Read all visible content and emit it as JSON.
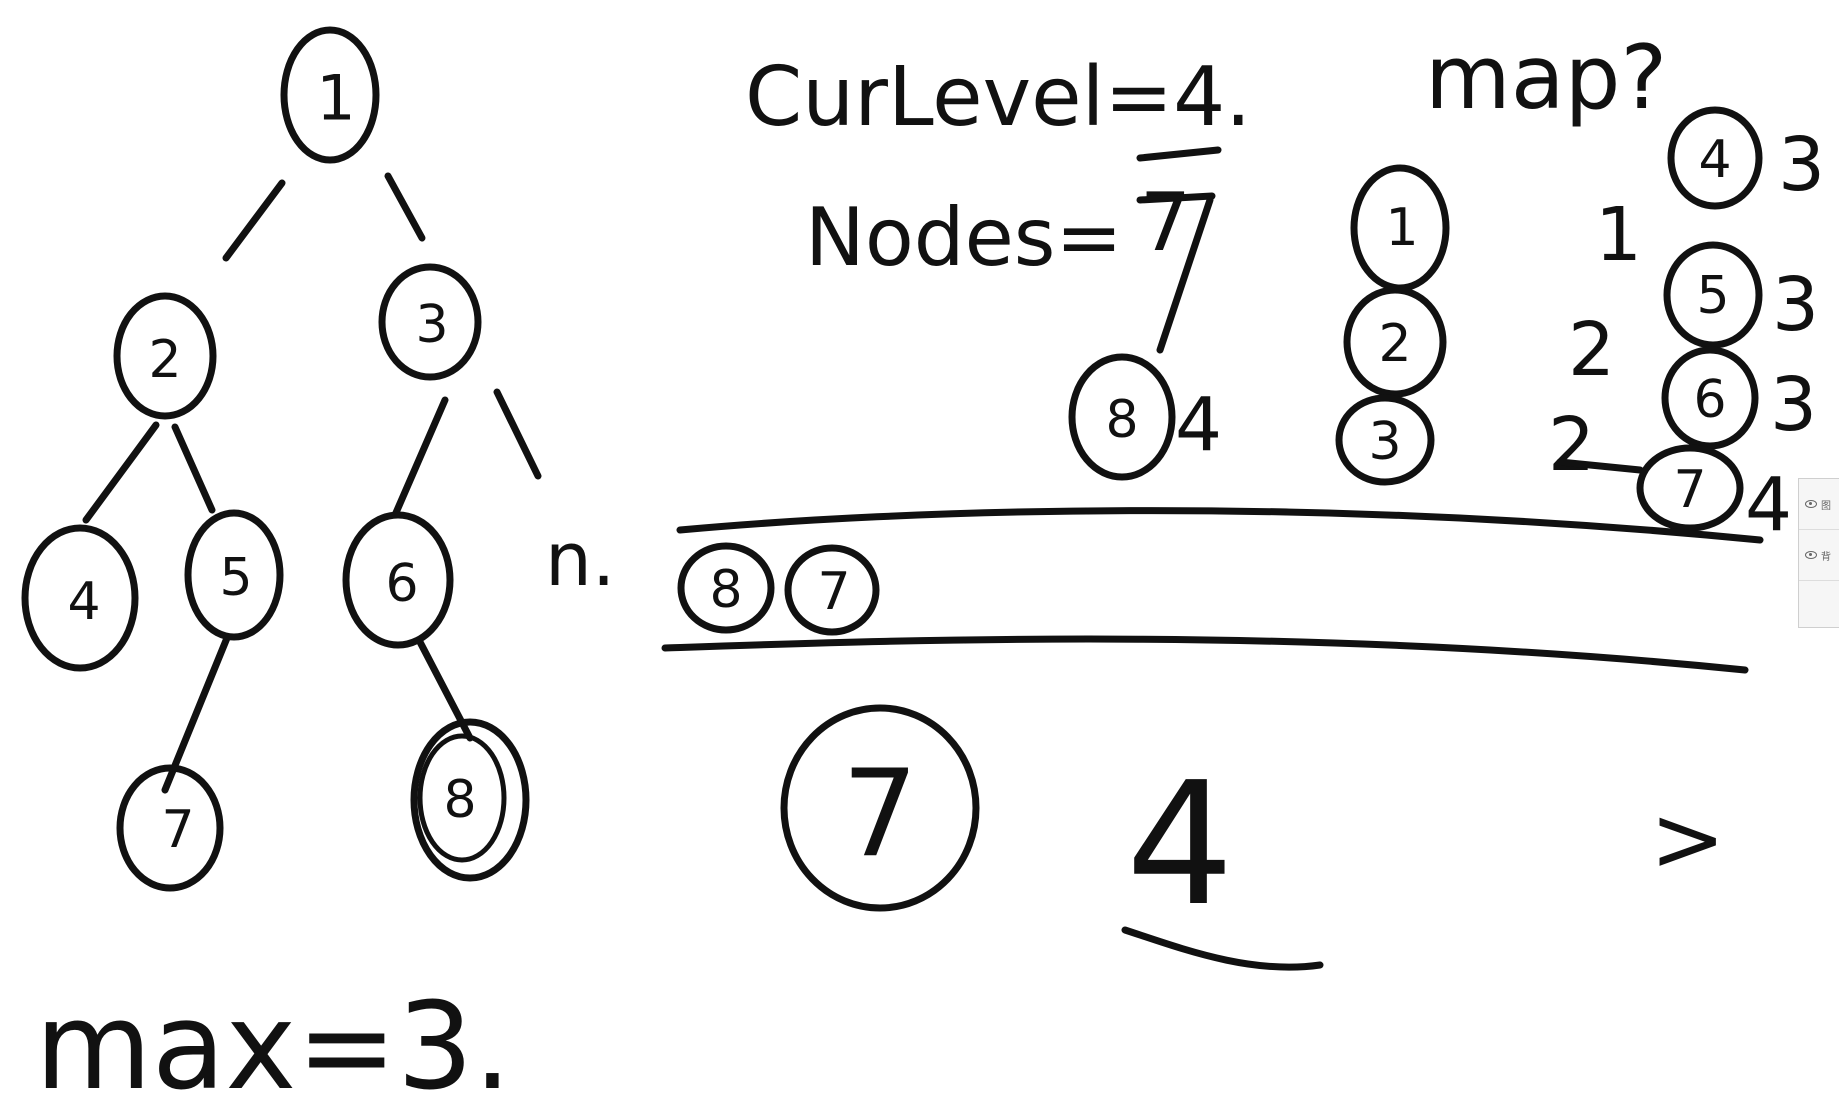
{
  "tree": {
    "nodes": [
      "1",
      "2",
      "3",
      "4",
      "5",
      "6",
      "7",
      "8"
    ],
    "after_tree_label": "n.",
    "max_label": "max=3."
  },
  "variables": {
    "cur_level": "CurLevel=4.",
    "nodes": "Nodes=",
    "struck_value": "7",
    "map_label": "map?"
  },
  "level_map": {
    "under_nodes": {
      "node": "8",
      "level": "4"
    },
    "column_nodes": [
      "1",
      "2",
      "3"
    ],
    "levels_col": [
      "1",
      "2",
      "2"
    ],
    "entries": [
      {
        "node": "4",
        "level": "3"
      },
      {
        "node": "5",
        "level": "3"
      },
      {
        "node": "6",
        "level": "3"
      },
      {
        "node": "7",
        "level": "4"
      }
    ]
  },
  "queue": {
    "items": [
      "8",
      "7"
    ]
  },
  "result": {
    "value_circled": "7",
    "answer": "4",
    "arrow": ">"
  },
  "layers_panel": {
    "rows": [
      "图",
      "背"
    ]
  }
}
